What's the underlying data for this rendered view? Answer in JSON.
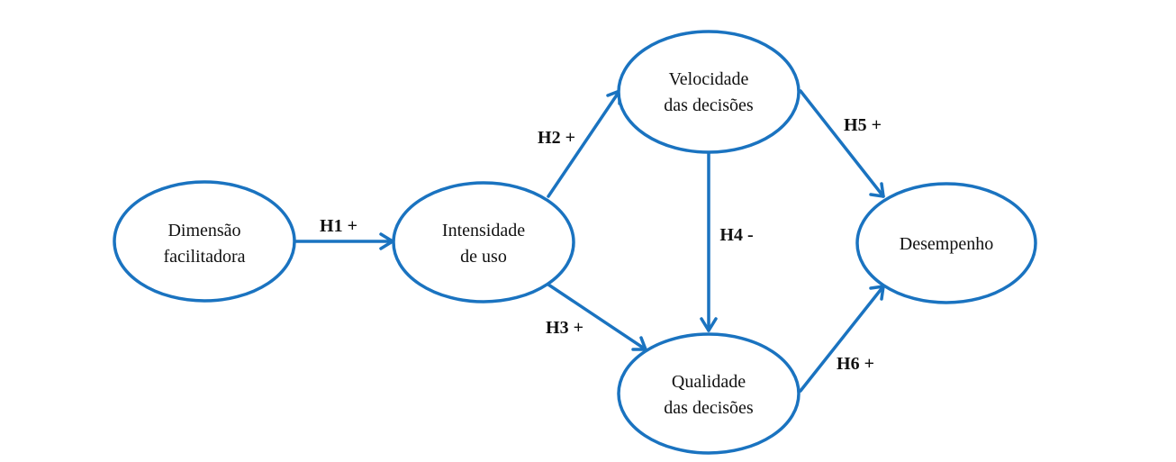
{
  "colors": {
    "stroke": "#1a73c0",
    "text": "#111111",
    "background": "#ffffff"
  },
  "nodes": {
    "dimensao": {
      "line1": "Dimensão",
      "line2": "facilitadora"
    },
    "intensidade": {
      "line1": "Intensidade",
      "line2": "de uso"
    },
    "velocidade": {
      "line1": "Velocidade",
      "line2": "das decisões"
    },
    "qualidade": {
      "line1": "Qualidade",
      "line2": "das decisões"
    },
    "desempenho": {
      "line1": "Desempenho"
    }
  },
  "edges": {
    "h1": {
      "label": "H1 +"
    },
    "h2": {
      "label": "H2 +"
    },
    "h3": {
      "label": "H3 +"
    },
    "h4": {
      "label": "H4 -"
    },
    "h5": {
      "label": "H5 +"
    },
    "h6": {
      "label": "H6 +"
    }
  }
}
